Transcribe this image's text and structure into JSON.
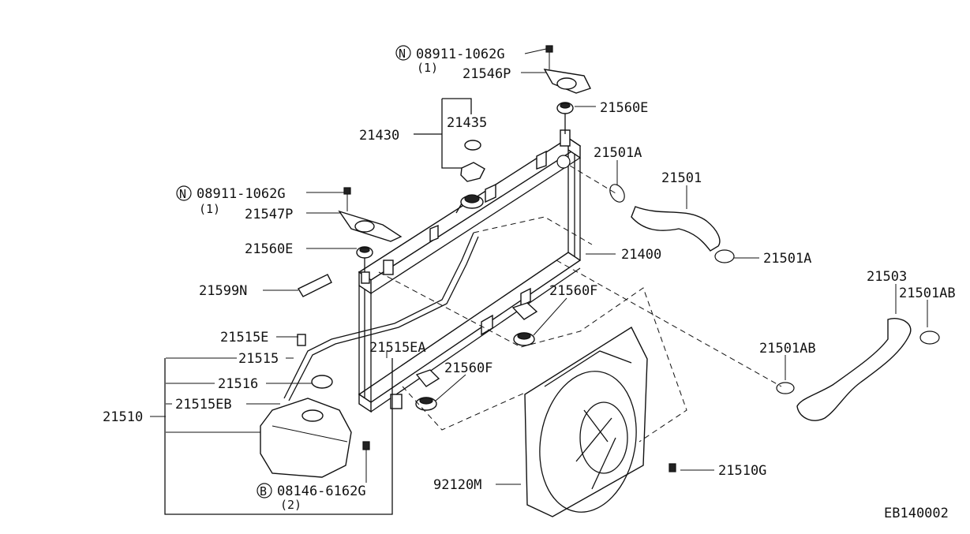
{
  "labels": {
    "nut_top_code": "08911-1062G",
    "nut_top_qty": "(1)",
    "p21546p": "21546P",
    "p21560e_top": "21560E",
    "p21430": "21430",
    "p21435": "21435",
    "p21501a_top": "21501A",
    "p21501": "21501",
    "nut_left_code": "08911-1062G",
    "nut_left_qty": "(1)",
    "p21547p": "21547P",
    "p21560e_left": "21560E",
    "p21400": "21400",
    "p21501a_right": "21501A",
    "p21599n": "21599N",
    "p21560f_right": "21560F",
    "p21503": "21503",
    "p21501ab_right": "21501AB",
    "p21515e": "21515E",
    "p21515": "21515",
    "p21515ea": "21515EA",
    "p21501ab_mid": "21501AB",
    "p21516": "21516",
    "p21560f_mid": "21560F",
    "p21515eb": "21515EB",
    "p21510": "21510",
    "p21510g": "21510G",
    "bolt_code": "08146-6162G",
    "bolt_qty": "(2)",
    "p92120m": "92120M",
    "diagram_id": "EB140002"
  },
  "badges": {
    "nut": "N",
    "bolt": "B"
  }
}
